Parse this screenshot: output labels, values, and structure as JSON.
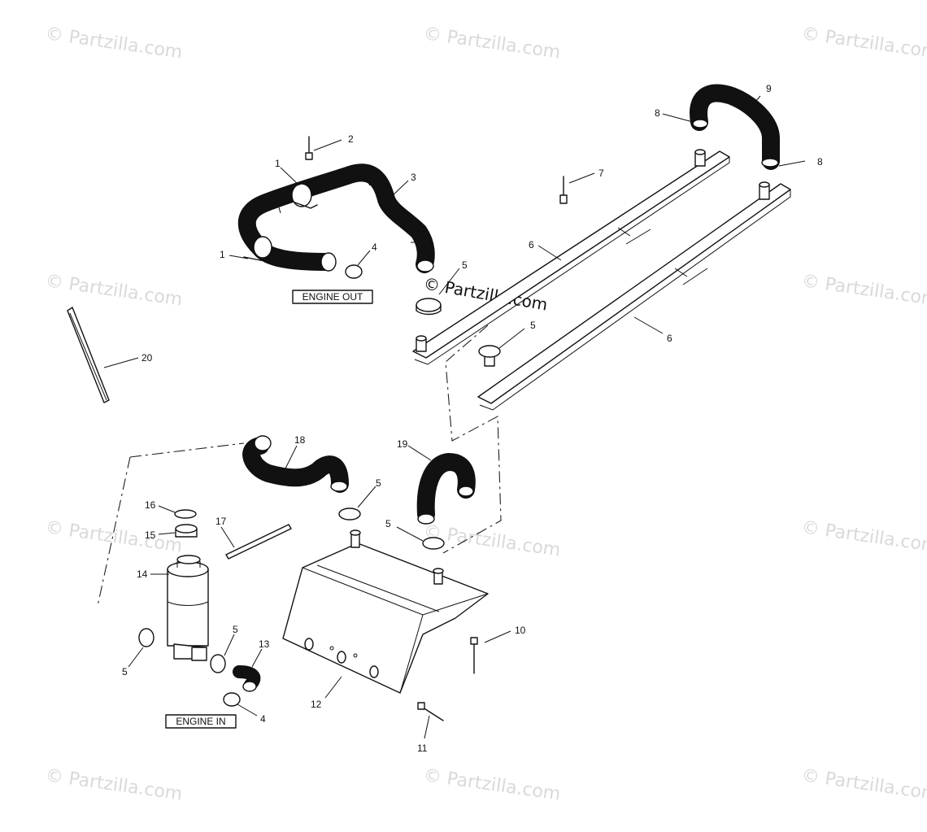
{
  "watermark": "© Partzilla.com",
  "labels": {
    "engine_out": "ENGINE OUT",
    "engine_in": "ENGINE IN"
  },
  "callouts": {
    "c1a": "1",
    "c1b": "1",
    "c2": "2",
    "c3": "3",
    "c4a": "4",
    "c4b": "4",
    "c5a": "5",
    "c5b": "5",
    "c5c": "5",
    "c5d": "5",
    "c5e": "5",
    "c5f": "5",
    "c6a": "6",
    "c6b": "6",
    "c7": "7",
    "c8a": "8",
    "c8b": "8",
    "c9": "9",
    "c10": "10",
    "c11": "11",
    "c12": "12",
    "c13": "13",
    "c14": "14",
    "c15": "15",
    "c16": "16",
    "c17": "17",
    "c18": "18",
    "c19": "19",
    "c20": "20"
  }
}
